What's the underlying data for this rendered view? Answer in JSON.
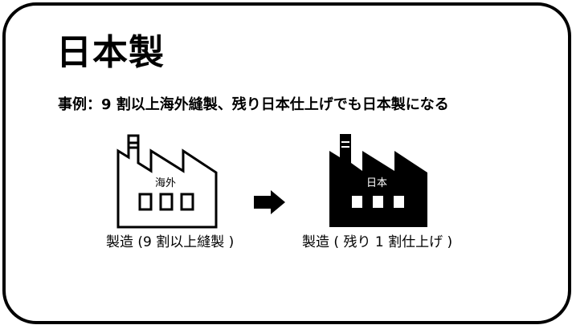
{
  "title": "日本製",
  "subtitle": "事例：9 割以上海外縫製、残り日本仕上げでも日本製になる",
  "left_factory": {
    "label": "海外",
    "caption": "製造 (9 割以上縫製 )",
    "icon": "factory-outline-icon"
  },
  "arrow": {
    "icon": "arrow-right-icon"
  },
  "right_factory": {
    "label": "日本",
    "caption": "製造 ( 残り 1 割仕上げ )",
    "icon": "factory-filled-icon"
  },
  "colors": {
    "ink": "#000000",
    "background": "#ffffff"
  }
}
